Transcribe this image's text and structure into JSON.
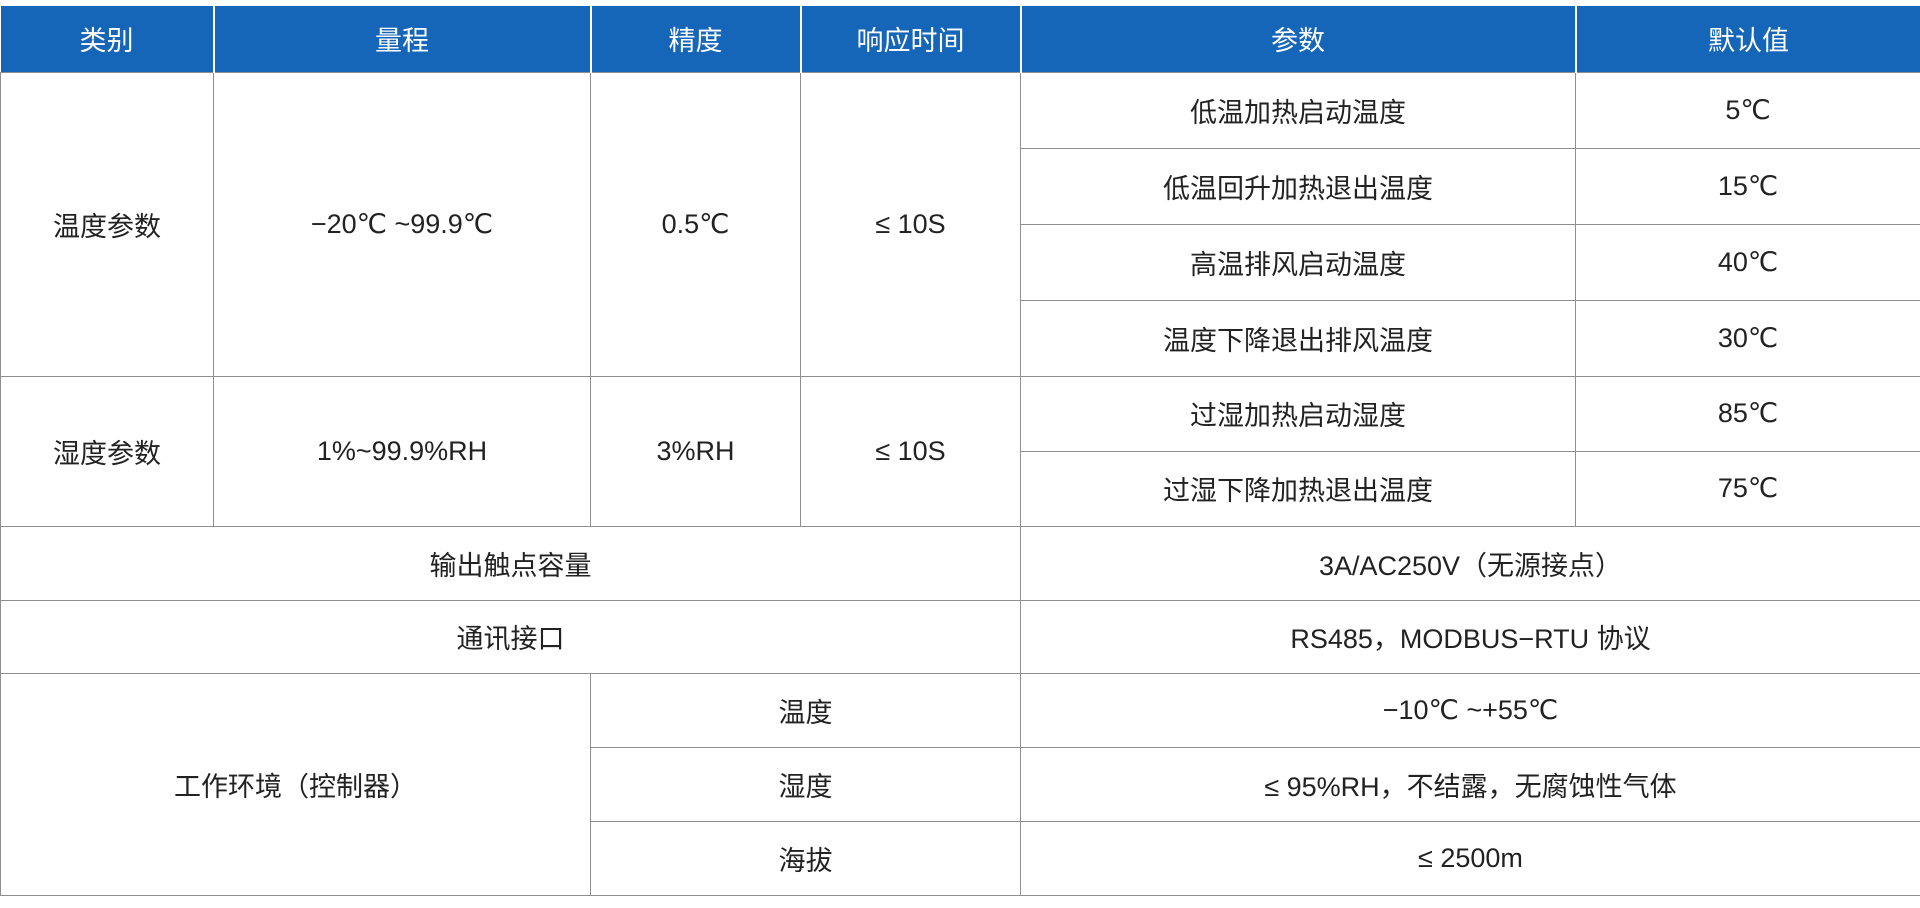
{
  "colors": {
    "header_bg": "#1565b8",
    "header_text": "#ffffff",
    "border": "#8f8f8f",
    "text": "#222222",
    "page_bg": "#ffffff"
  },
  "table": {
    "headers": [
      "类别",
      "量程",
      "精度",
      "响应时间",
      "参数",
      "默认值"
    ],
    "temperature": {
      "category": "温度参数",
      "range": "−20℃ ~99.9℃",
      "accuracy": "0.5℃",
      "response_time": "≤ 10S",
      "params": [
        {
          "name": "低温加热启动温度",
          "default": "5℃"
        },
        {
          "name": "低温回升加热退出温度",
          "default": "15℃"
        },
        {
          "name": "高温排风启动温度",
          "default": "40℃"
        },
        {
          "name": "温度下降退出排风温度",
          "default": "30℃"
        }
      ]
    },
    "humidity": {
      "category": "湿度参数",
      "range": "1%~99.9%RH",
      "accuracy": "3%RH",
      "response_time": "≤ 10S",
      "params": [
        {
          "name": "过湿加热启动湿度",
          "default": "85℃"
        },
        {
          "name": "过湿下降加热退出温度",
          "default": "75℃"
        }
      ]
    },
    "output_contact": {
      "label": "输出触点容量",
      "value": "3A/AC250V（无源接点）"
    },
    "comm_interface": {
      "label": "通讯接口",
      "value": "RS485，MODBUS−RTU 协议"
    },
    "working_env": {
      "label": "工作环境（控制器）",
      "rows": [
        {
          "name": "温度",
          "value": "−10℃ ~+55℃"
        },
        {
          "name": "湿度",
          "value": "≤ 95%RH，不结露，无腐蚀性气体"
        },
        {
          "name": "海拔",
          "value": "≤ 2500m"
        }
      ]
    }
  }
}
